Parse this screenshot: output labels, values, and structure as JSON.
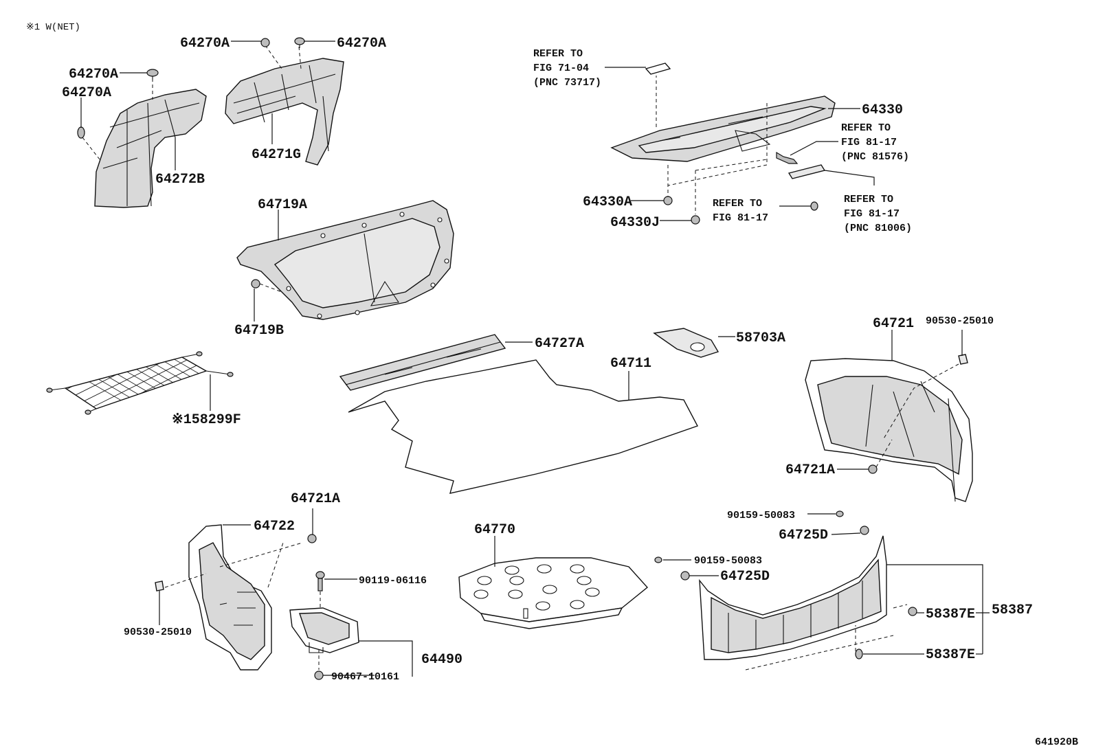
{
  "diagram": {
    "note": "※1  W(NET)",
    "figure_id": "641920B",
    "labels": {
      "p64270A_1": "64270A",
      "p64270A_2": "64270A",
      "p64270A_3": "64270A",
      "p64270A_4": "64270A",
      "p64272B": "64272B",
      "p64271G": "64271G",
      "p64719A": "64719A",
      "p64719B": "64719B",
      "p58299F": "※158299F",
      "p64727A": "64727A",
      "p64711": "64711",
      "p58703A": "58703A",
      "p64330": "64330",
      "p64330A": "64330A",
      "p64330J": "64330J",
      "p64721": "64721",
      "p90530_top": "90530-25010",
      "p64721A_right": "64721A",
      "p64721A_left": "64721A",
      "p64722": "64722",
      "p90530_left": "90530-25010",
      "p90119": "90119-06116",
      "p64490": "64490",
      "p90467": "90467-10161",
      "p64770": "64770",
      "p90159_1": "90159-50083",
      "p90159_2": "90159-50083",
      "p64725D_1": "64725D",
      "p64725D_2": "64725D",
      "p58387E_1": "58387E",
      "p58387E_2": "58387E",
      "p58387": "58387"
    },
    "refs": {
      "ref1": [
        "REFER TO",
        "FIG 71-04",
        "(PNC 73717)"
      ],
      "ref2": [
        "REFER TO",
        "FIG 81-17",
        "(PNC 81576)"
      ],
      "ref3": [
        "REFER TO",
        "FIG 81-17"
      ],
      "ref4": [
        "REFER TO",
        "FIG 81-17",
        "(PNC 81006)"
      ]
    }
  }
}
